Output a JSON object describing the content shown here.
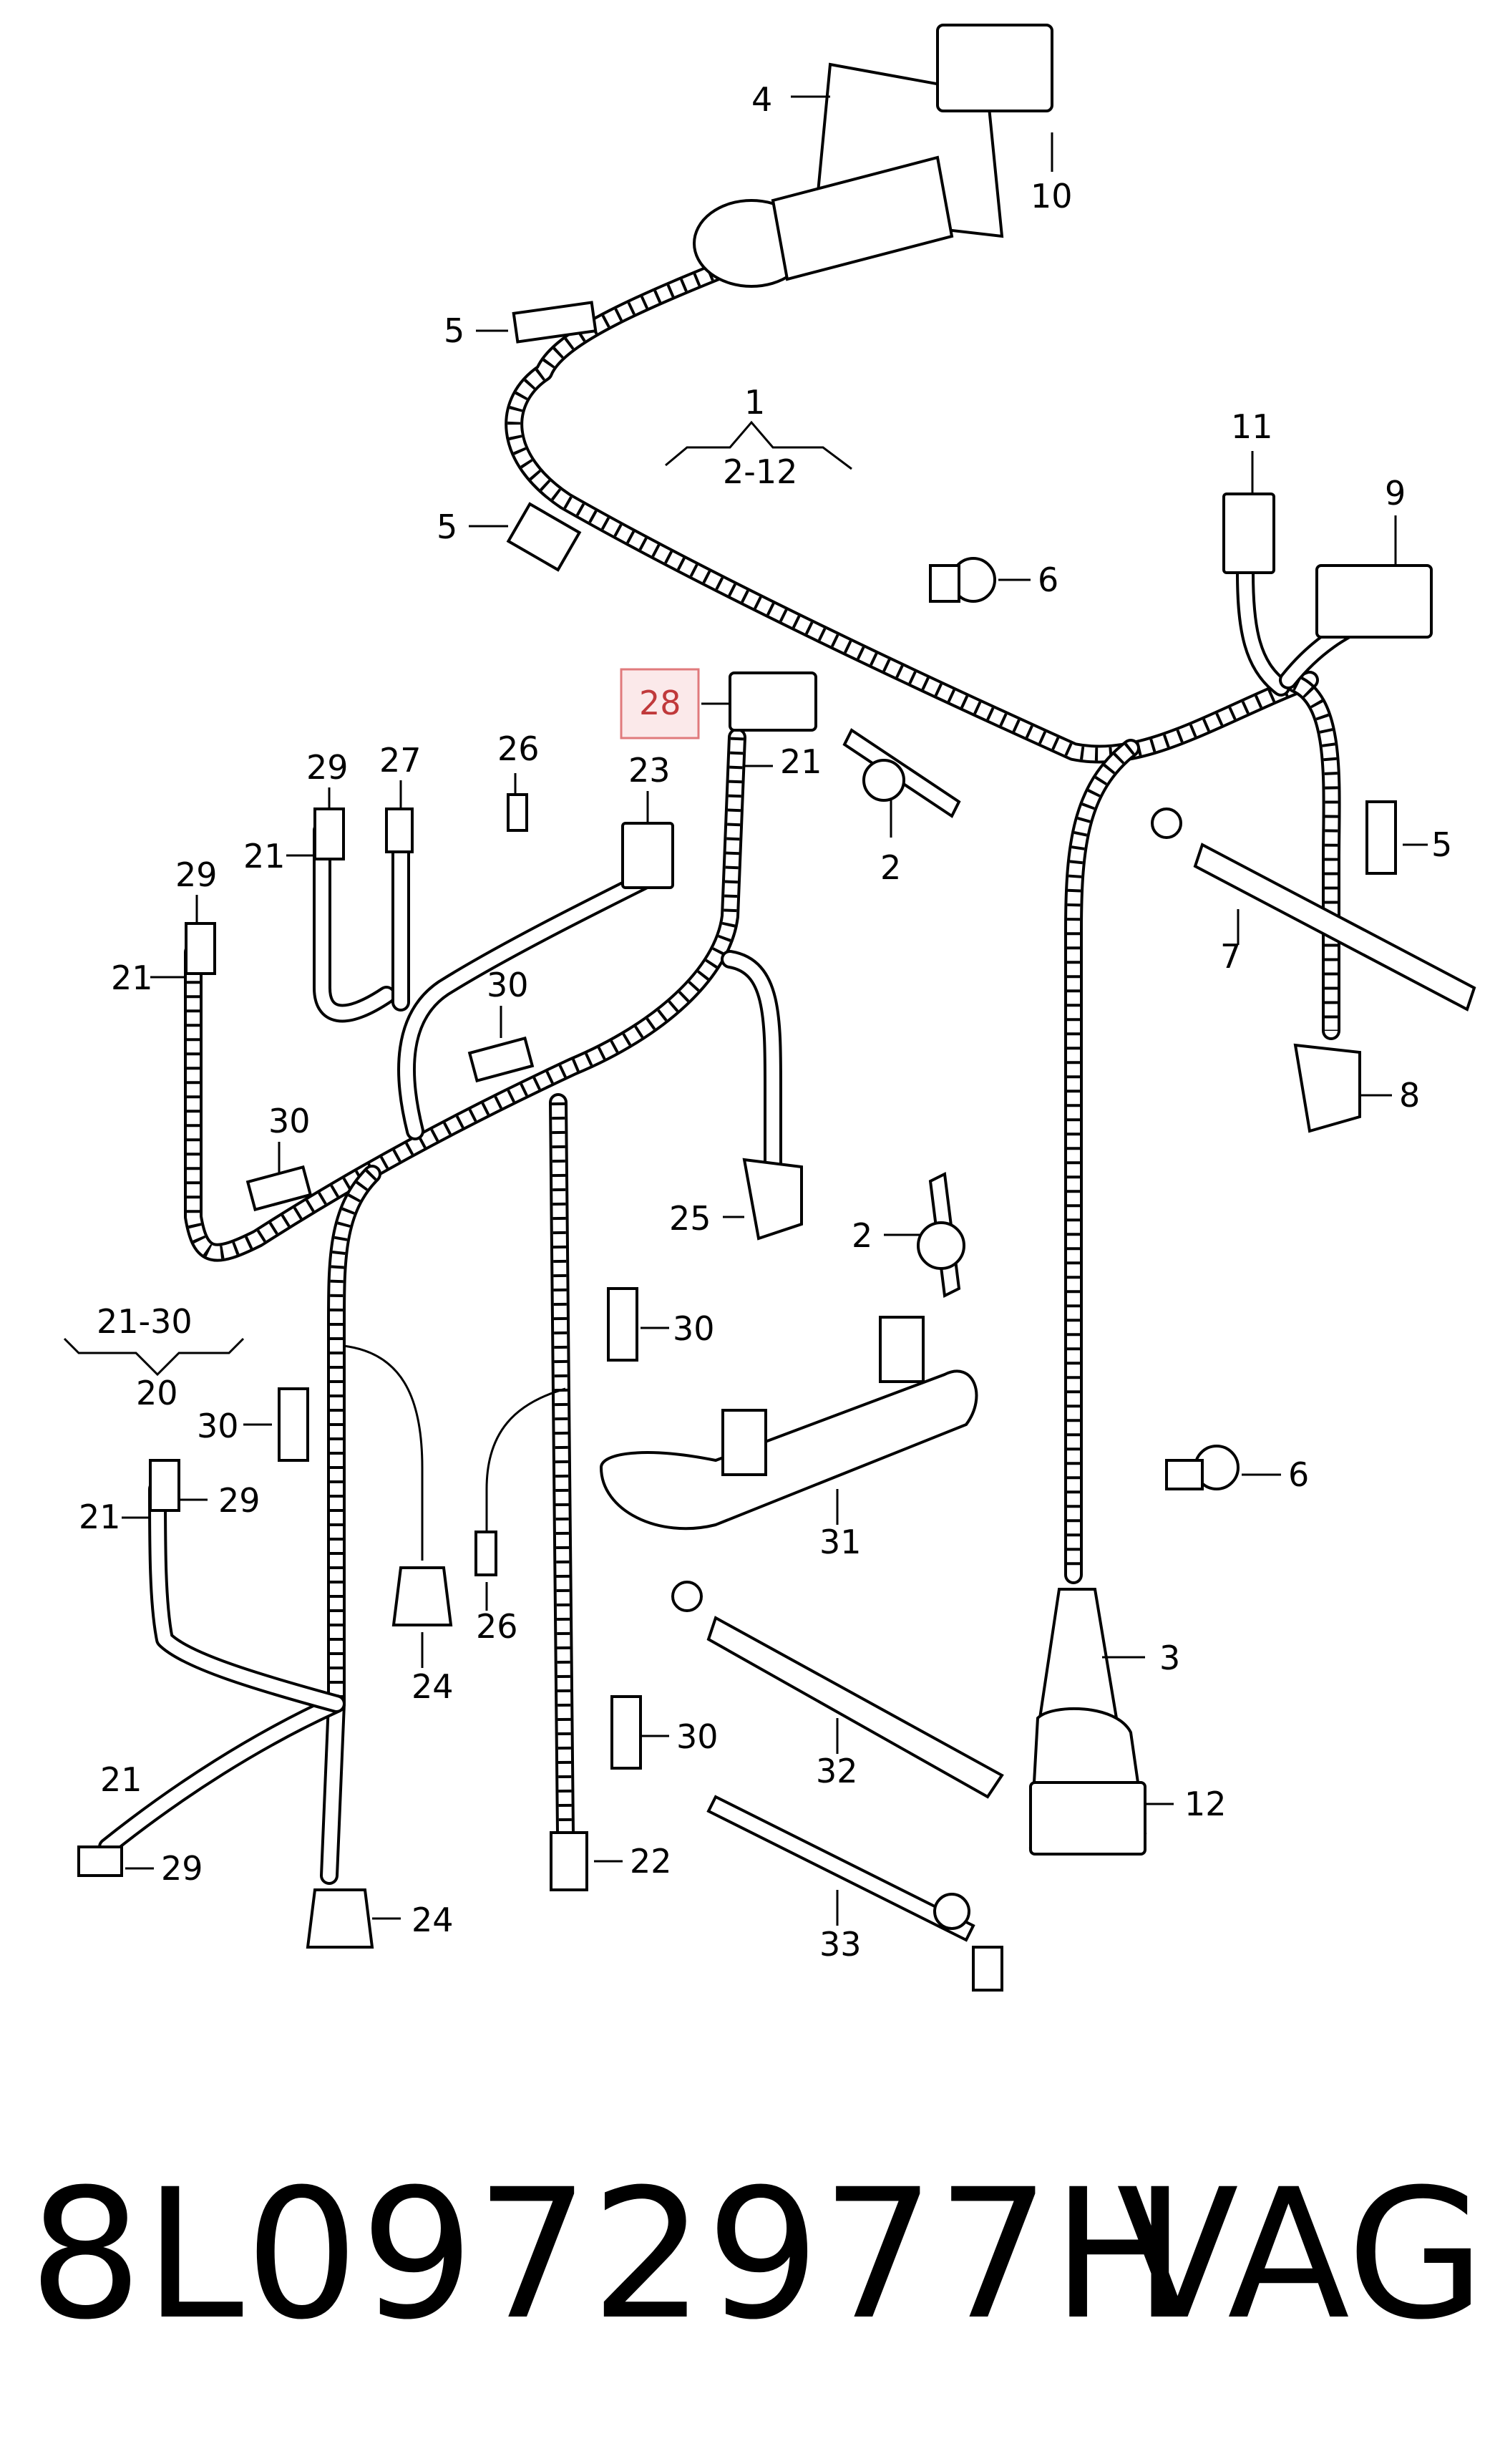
{
  "diagram": {
    "callouts": {
      "c1": "1",
      "c1_range": "2-12",
      "c2a": "2",
      "c2b": "2",
      "c3": "3",
      "c4": "4",
      "c5a": "5",
      "c5b": "5",
      "c5c": "5",
      "c6a": "6",
      "c6b": "6",
      "c7": "7",
      "c8": "8",
      "c9": "9",
      "c10": "10",
      "c11": "11",
      "c12": "12",
      "c20": "20",
      "c20_range": "21-30",
      "c21a": "21",
      "c21b": "21",
      "c21c": "21",
      "c21d": "21",
      "c21e": "21",
      "c22": "22",
      "c23": "23",
      "c24a": "24",
      "c24b": "24",
      "c25": "25",
      "c26a": "26",
      "c26b": "26",
      "c27": "27",
      "c28": "28",
      "c29a": "29",
      "c29b": "29",
      "c29c": "29",
      "c29d": "29",
      "c30a": "30",
      "c30b": "30",
      "c30c": "30",
      "c30d": "30",
      "c30e": "30",
      "c31": "31",
      "c32": "32",
      "c33": "33"
    },
    "highlight_color": "#e07a7c",
    "line_color": "#000000"
  },
  "footer": {
    "part_number": "8L0972977H",
    "brand": "VAG"
  }
}
